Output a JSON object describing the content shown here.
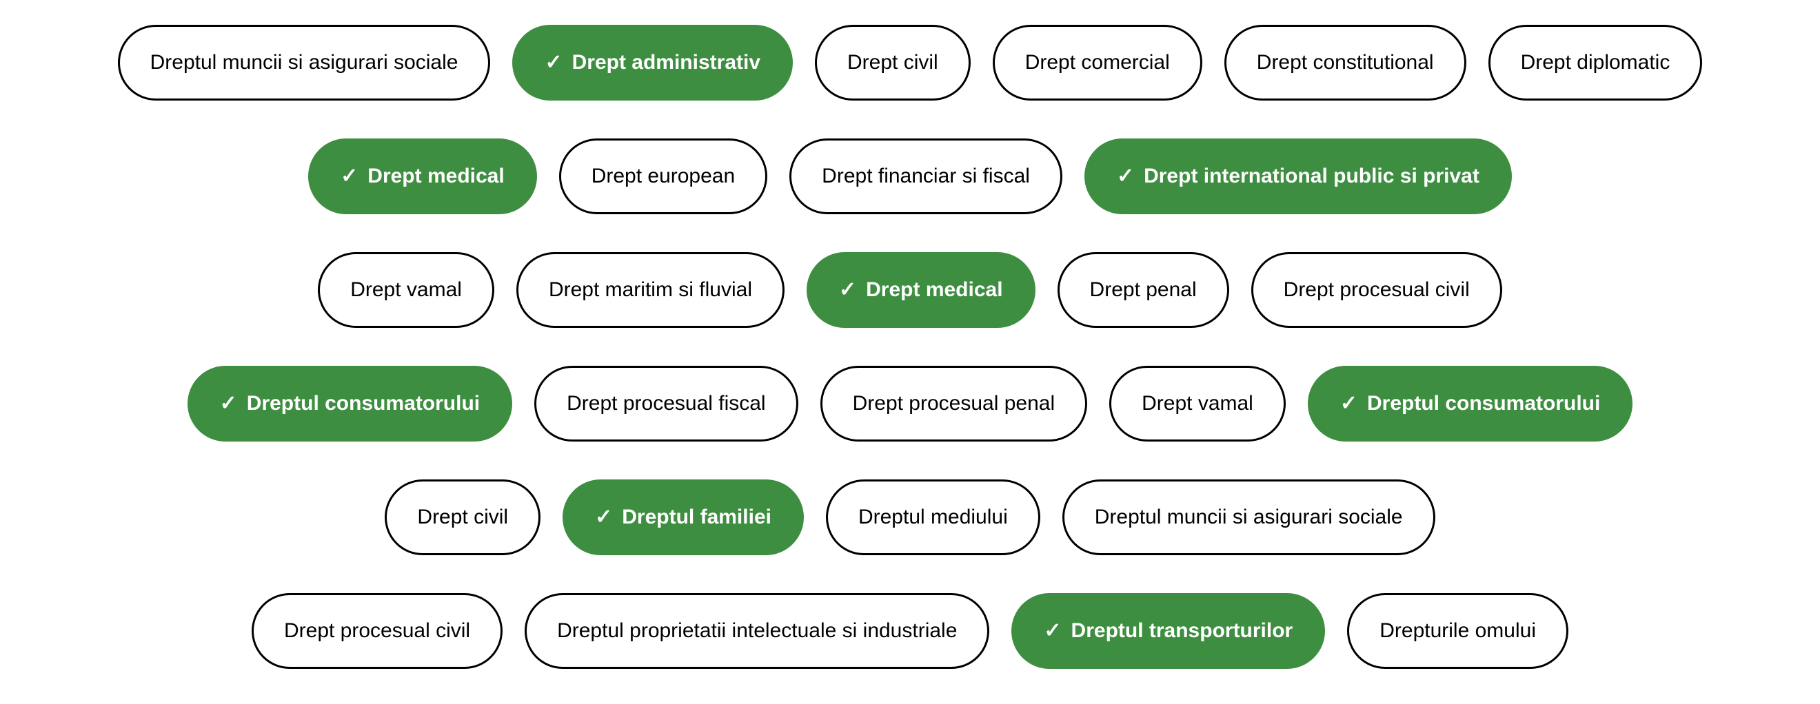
{
  "colors": {
    "selected_bg": "#3e8e41",
    "selected_text": "#ffffff",
    "chip_border": "#000000",
    "chip_text": "#000000",
    "page_bg": "#ffffff"
  },
  "checkmark": "✓",
  "rows": [
    [
      {
        "label": "Dreptul muncii si asigurari sociale",
        "selected": false
      },
      {
        "label": "Drept administrativ",
        "selected": true
      },
      {
        "label": "Drept civil",
        "selected": false
      },
      {
        "label": "Drept comercial",
        "selected": false
      },
      {
        "label": "Drept constitutional",
        "selected": false
      },
      {
        "label": "Drept diplomatic",
        "selected": false
      }
    ],
    [
      {
        "label": "Drept medical",
        "selected": true
      },
      {
        "label": "Drept european",
        "selected": false
      },
      {
        "label": "Drept financiar si fiscal",
        "selected": false
      },
      {
        "label": "Drept international public si privat",
        "selected": true
      }
    ],
    [
      {
        "label": "Drept vamal",
        "selected": false
      },
      {
        "label": "Drept maritim si fluvial",
        "selected": false
      },
      {
        "label": "Drept medical",
        "selected": true
      },
      {
        "label": "Drept penal",
        "selected": false
      },
      {
        "label": "Drept procesual civil",
        "selected": false
      }
    ],
    [
      {
        "label": "Dreptul consumatorului",
        "selected": true
      },
      {
        "label": "Drept procesual fiscal",
        "selected": false
      },
      {
        "label": "Drept procesual penal",
        "selected": false
      },
      {
        "label": "Drept vamal",
        "selected": false
      },
      {
        "label": "Dreptul consumatorului",
        "selected": true
      }
    ],
    [
      {
        "label": "Drept civil",
        "selected": false
      },
      {
        "label": "Dreptul familiei",
        "selected": true
      },
      {
        "label": "Dreptul mediului",
        "selected": false
      },
      {
        "label": "Dreptul muncii si asigurari sociale",
        "selected": false
      }
    ],
    [
      {
        "label": "Drept procesual civil",
        "selected": false
      },
      {
        "label": "Dreptul proprietatii intelectuale si industriale",
        "selected": false
      },
      {
        "label": "Dreptul transporturilor",
        "selected": true
      },
      {
        "label": "Drepturile omului",
        "selected": false
      }
    ]
  ]
}
